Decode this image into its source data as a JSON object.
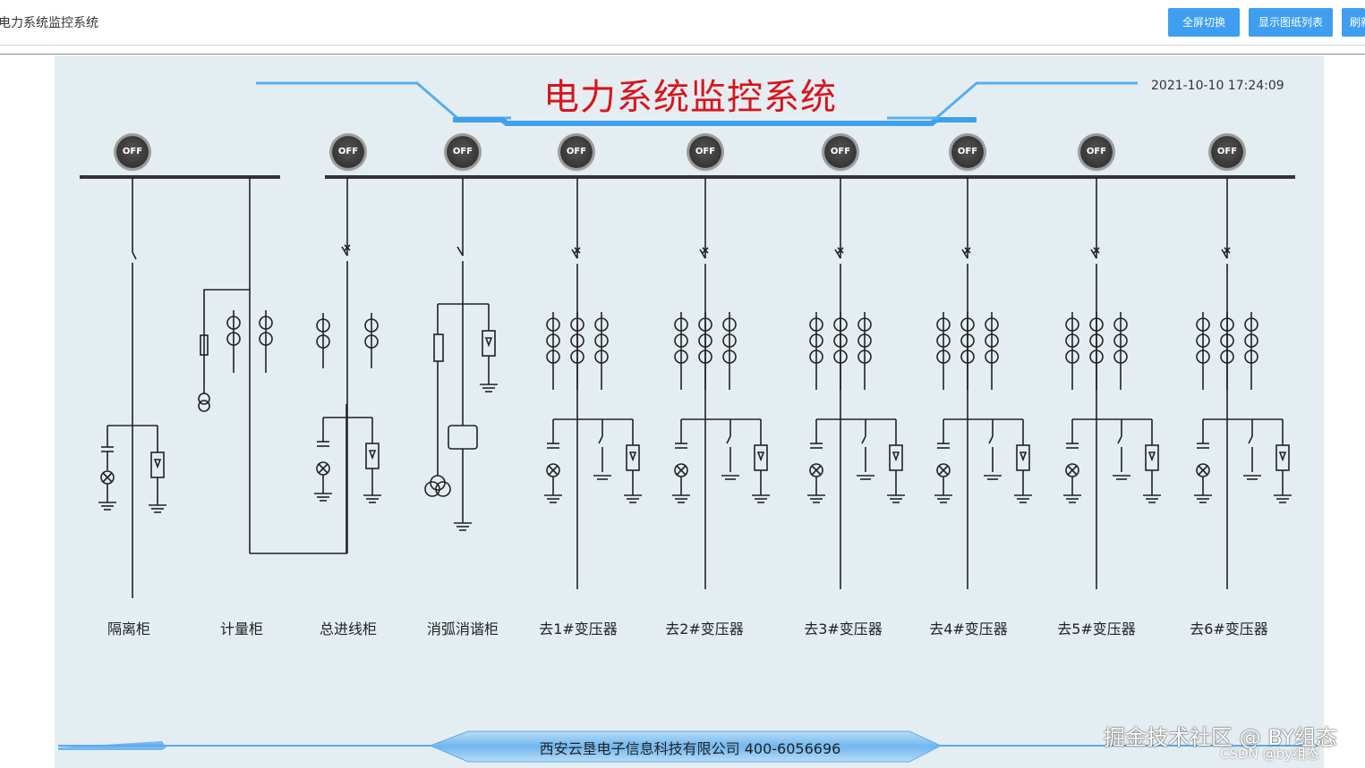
{
  "app": {
    "title": "电力系统监控系统"
  },
  "toolbar": {
    "fullscreen_label": "全屏切换",
    "show_drawings_label": "显示图纸列表",
    "refresh_label": "刷新"
  },
  "dashboard": {
    "title": "电力系统监控系统",
    "datetime": "2021-10-10 17:24:09",
    "footer": "西安云垦电子信息科技有限公司  400-6056696"
  },
  "switch_state": "OFF",
  "cabinets": [
    {
      "label": "隔离柜"
    },
    {
      "label": "计量柜"
    },
    {
      "label": "总进线柜"
    },
    {
      "label": "消弧消谐柜"
    },
    {
      "label": "去1#变压器"
    },
    {
      "label": "去2#变压器"
    },
    {
      "label": "去3#变压器"
    },
    {
      "label": "去4#变压器"
    },
    {
      "label": "去5#变压器"
    },
    {
      "label": "去6#变压器"
    }
  ],
  "watermark": {
    "line1": "掘金技术社区 @ BY组态",
    "line2": "CSDN @by组态"
  },
  "colors": {
    "accent_button": "#3f9ef0",
    "title_red": "#d9141c",
    "panel_bg": "#e4eef2"
  }
}
